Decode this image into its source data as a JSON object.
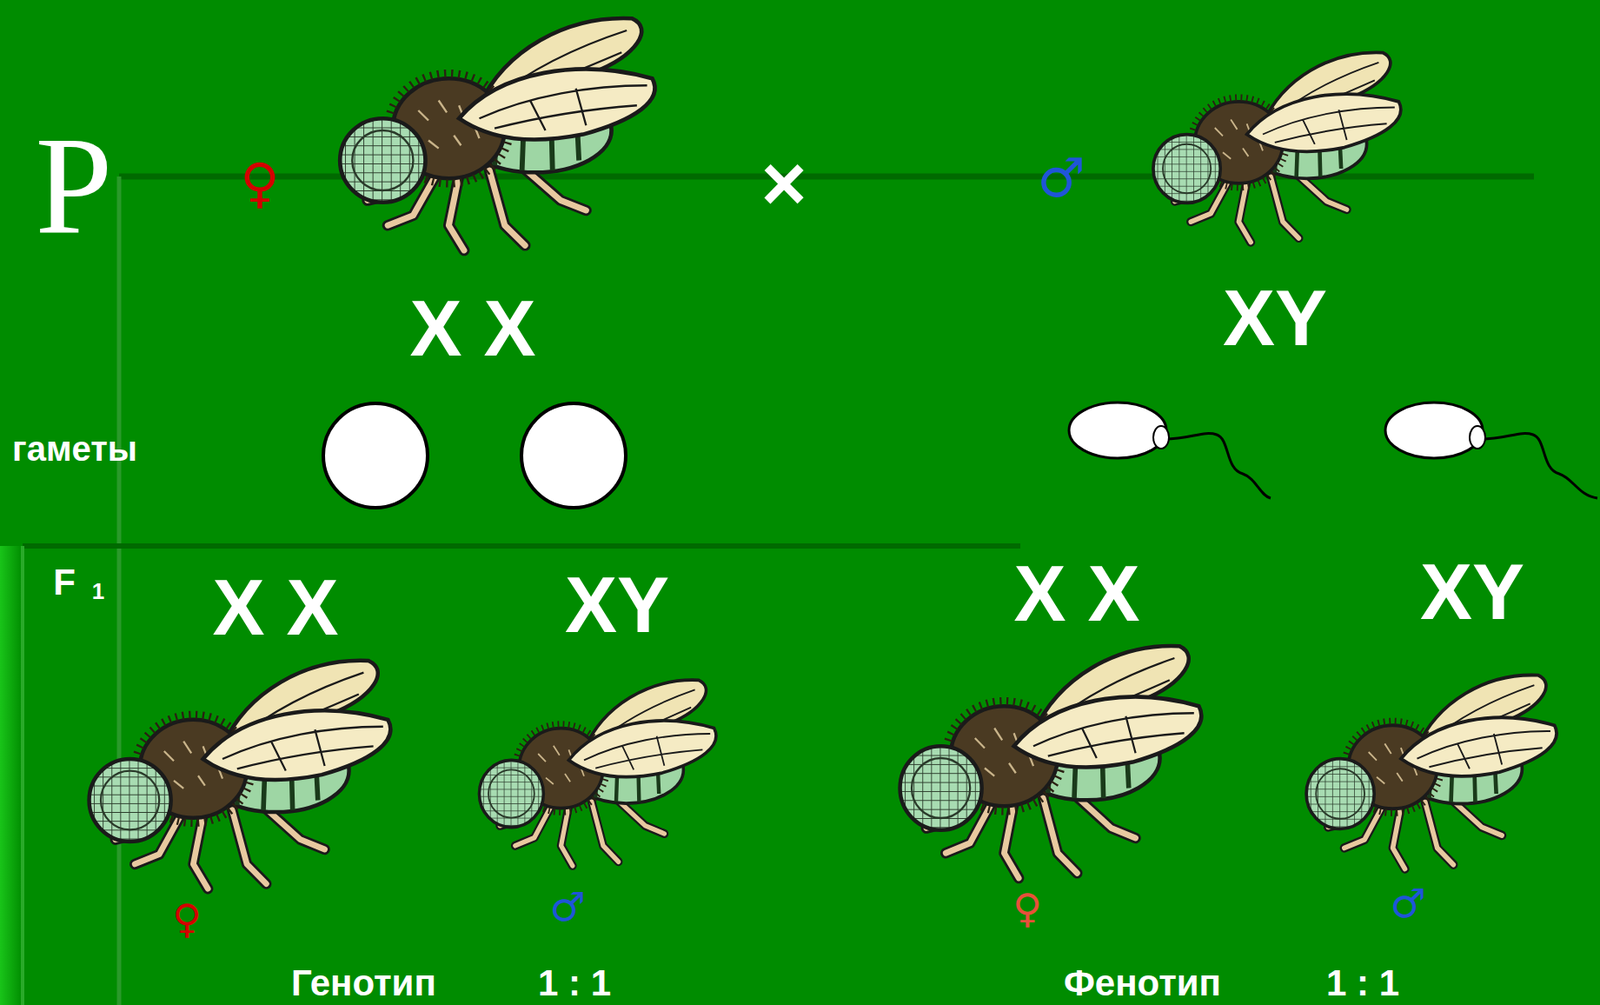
{
  "diagram": {
    "labels": [
      "P",
      "♀",
      "×",
      "♂",
      "X X",
      "XY",
      "гаметы",
      "F",
      "1",
      "X X",
      "XY",
      "X X",
      "XY",
      "♀",
      "♂",
      "♀",
      "♂",
      "Генотип",
      "1 : 1",
      "Фенотип",
      "1 : 1"
    ]
  }
}
